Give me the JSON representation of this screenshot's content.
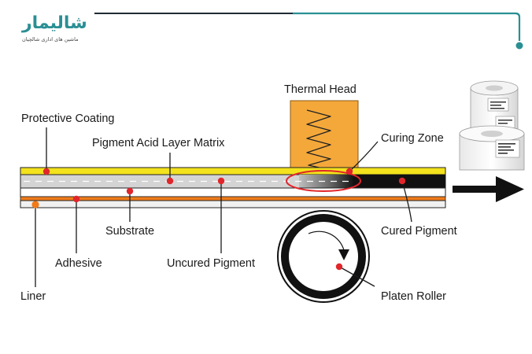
{
  "logo": {
    "brand": "شالیمار",
    "tagline": "ماشین های اداری شالچیان",
    "accent_color": "#2a8f94"
  },
  "diagram": {
    "labels": {
      "thermal_head": "Thermal Head",
      "protective_coating": "Protective Coating",
      "pigment_acid_layer": "Pigment Acid Layer Matrix",
      "curing_zone": "Curing Zone",
      "substrate": "Substrate",
      "cured_pigment": "Cured Pigment",
      "adhesive": "Adhesive",
      "uncured_pigment": "Uncured Pigment",
      "liner": "Liner",
      "platen_roller": "Platen Roller"
    },
    "colors": {
      "protective_coating": "#f3e21c",
      "thermal_head": "#f4a83a",
      "adhesive": "#ef7b1a",
      "marker": "#e1262b",
      "cured_pigment": "#111111"
    },
    "icons": [
      "spring-coil-icon",
      "rotation-arrow-icon",
      "direction-arrow-icon",
      "label-rolls-icon"
    ]
  }
}
